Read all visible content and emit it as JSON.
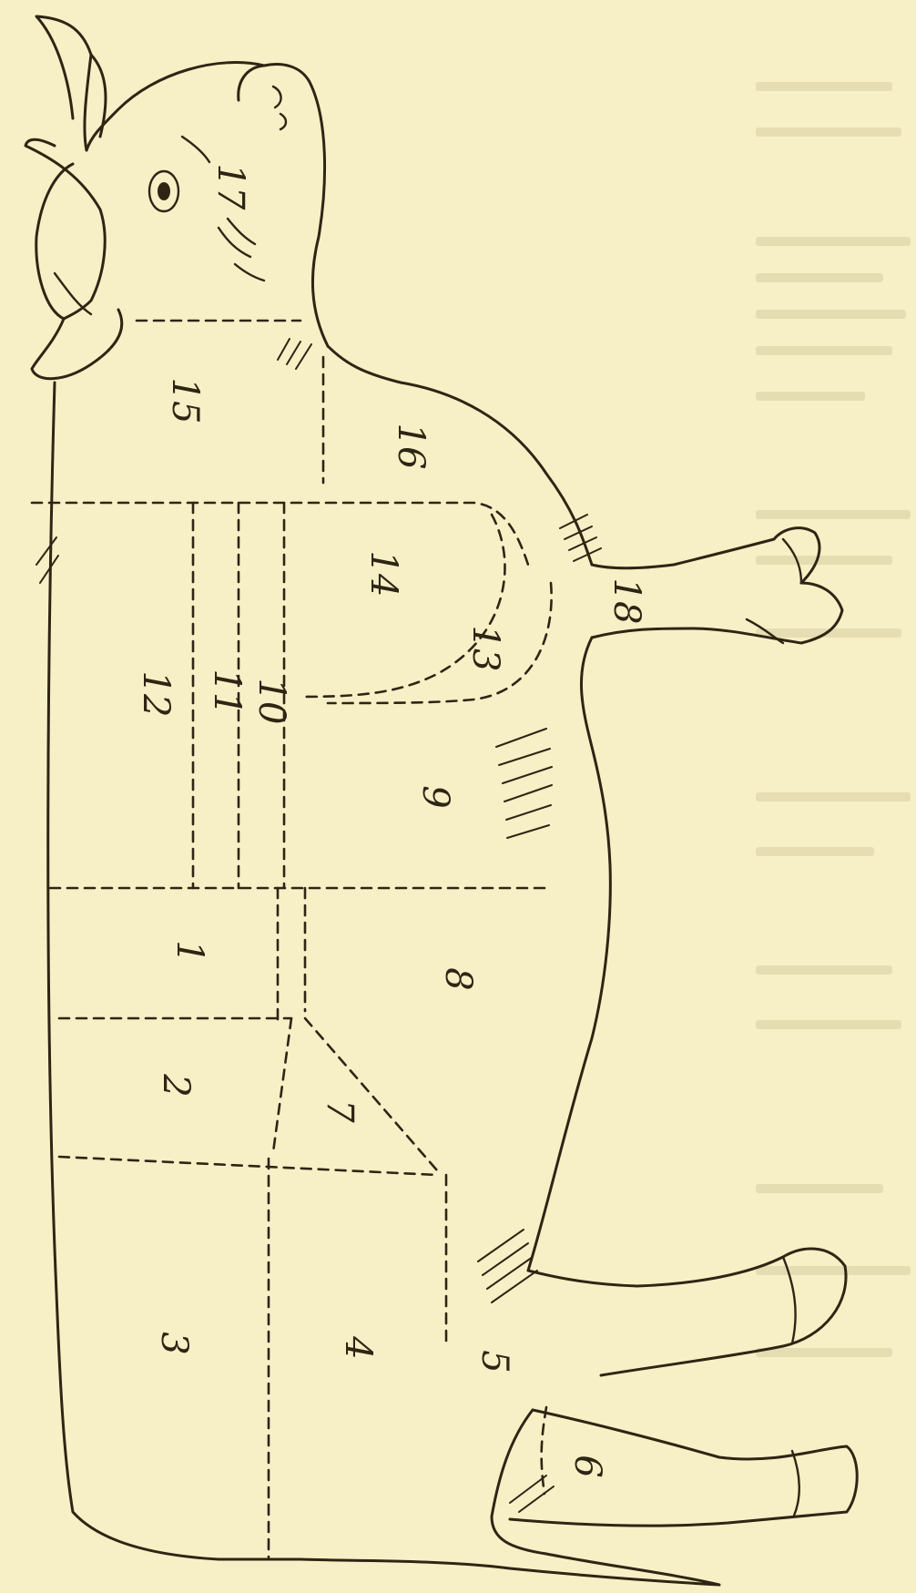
{
  "diagram": {
    "regions": [
      {
        "id": "1",
        "label": "1"
      },
      {
        "id": "2",
        "label": "2"
      },
      {
        "id": "3",
        "label": "3"
      },
      {
        "id": "4",
        "label": "4"
      },
      {
        "id": "5",
        "label": "5"
      },
      {
        "id": "6",
        "label": "6"
      },
      {
        "id": "7",
        "label": "7"
      },
      {
        "id": "8",
        "label": "8"
      },
      {
        "id": "9",
        "label": "9"
      },
      {
        "id": "10",
        "label": "10"
      },
      {
        "id": "11",
        "label": "11"
      },
      {
        "id": "12",
        "label": "12"
      },
      {
        "id": "13",
        "label": "13"
      },
      {
        "id": "14",
        "label": "14"
      },
      {
        "id": "15",
        "label": "15"
      },
      {
        "id": "16",
        "label": "16"
      },
      {
        "id": "17",
        "label": "17"
      },
      {
        "id": "18",
        "label": "18"
      }
    ]
  }
}
